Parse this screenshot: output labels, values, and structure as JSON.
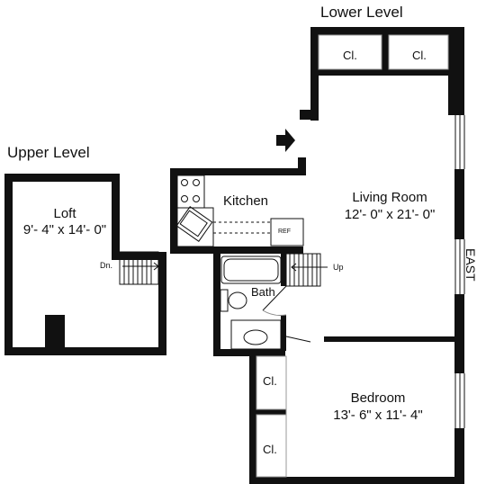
{
  "levels": {
    "lower": "Lower Level",
    "upper": "Upper Level"
  },
  "compass": "EAST",
  "rooms": {
    "loft": {
      "name": "Loft",
      "dims": "9'- 4\" x 14'- 0\""
    },
    "kitchen": {
      "name": "Kitchen"
    },
    "living_room": {
      "name": "Living Room",
      "dims": "12'- 0\" x 21'- 0\""
    },
    "bedroom": {
      "name": "Bedroom",
      "dims": "13'- 6\" x 11'- 4\""
    },
    "bath": {
      "name": "Bath"
    }
  },
  "closets": [
    "Cl.",
    "Cl.",
    "Cl.",
    "Cl."
  ],
  "stairs": {
    "down": "Dn.",
    "up": "Up"
  },
  "appliances": {
    "refrigerator": "REF"
  },
  "colors": {
    "wall": "#111111",
    "background": "#ffffff"
  }
}
